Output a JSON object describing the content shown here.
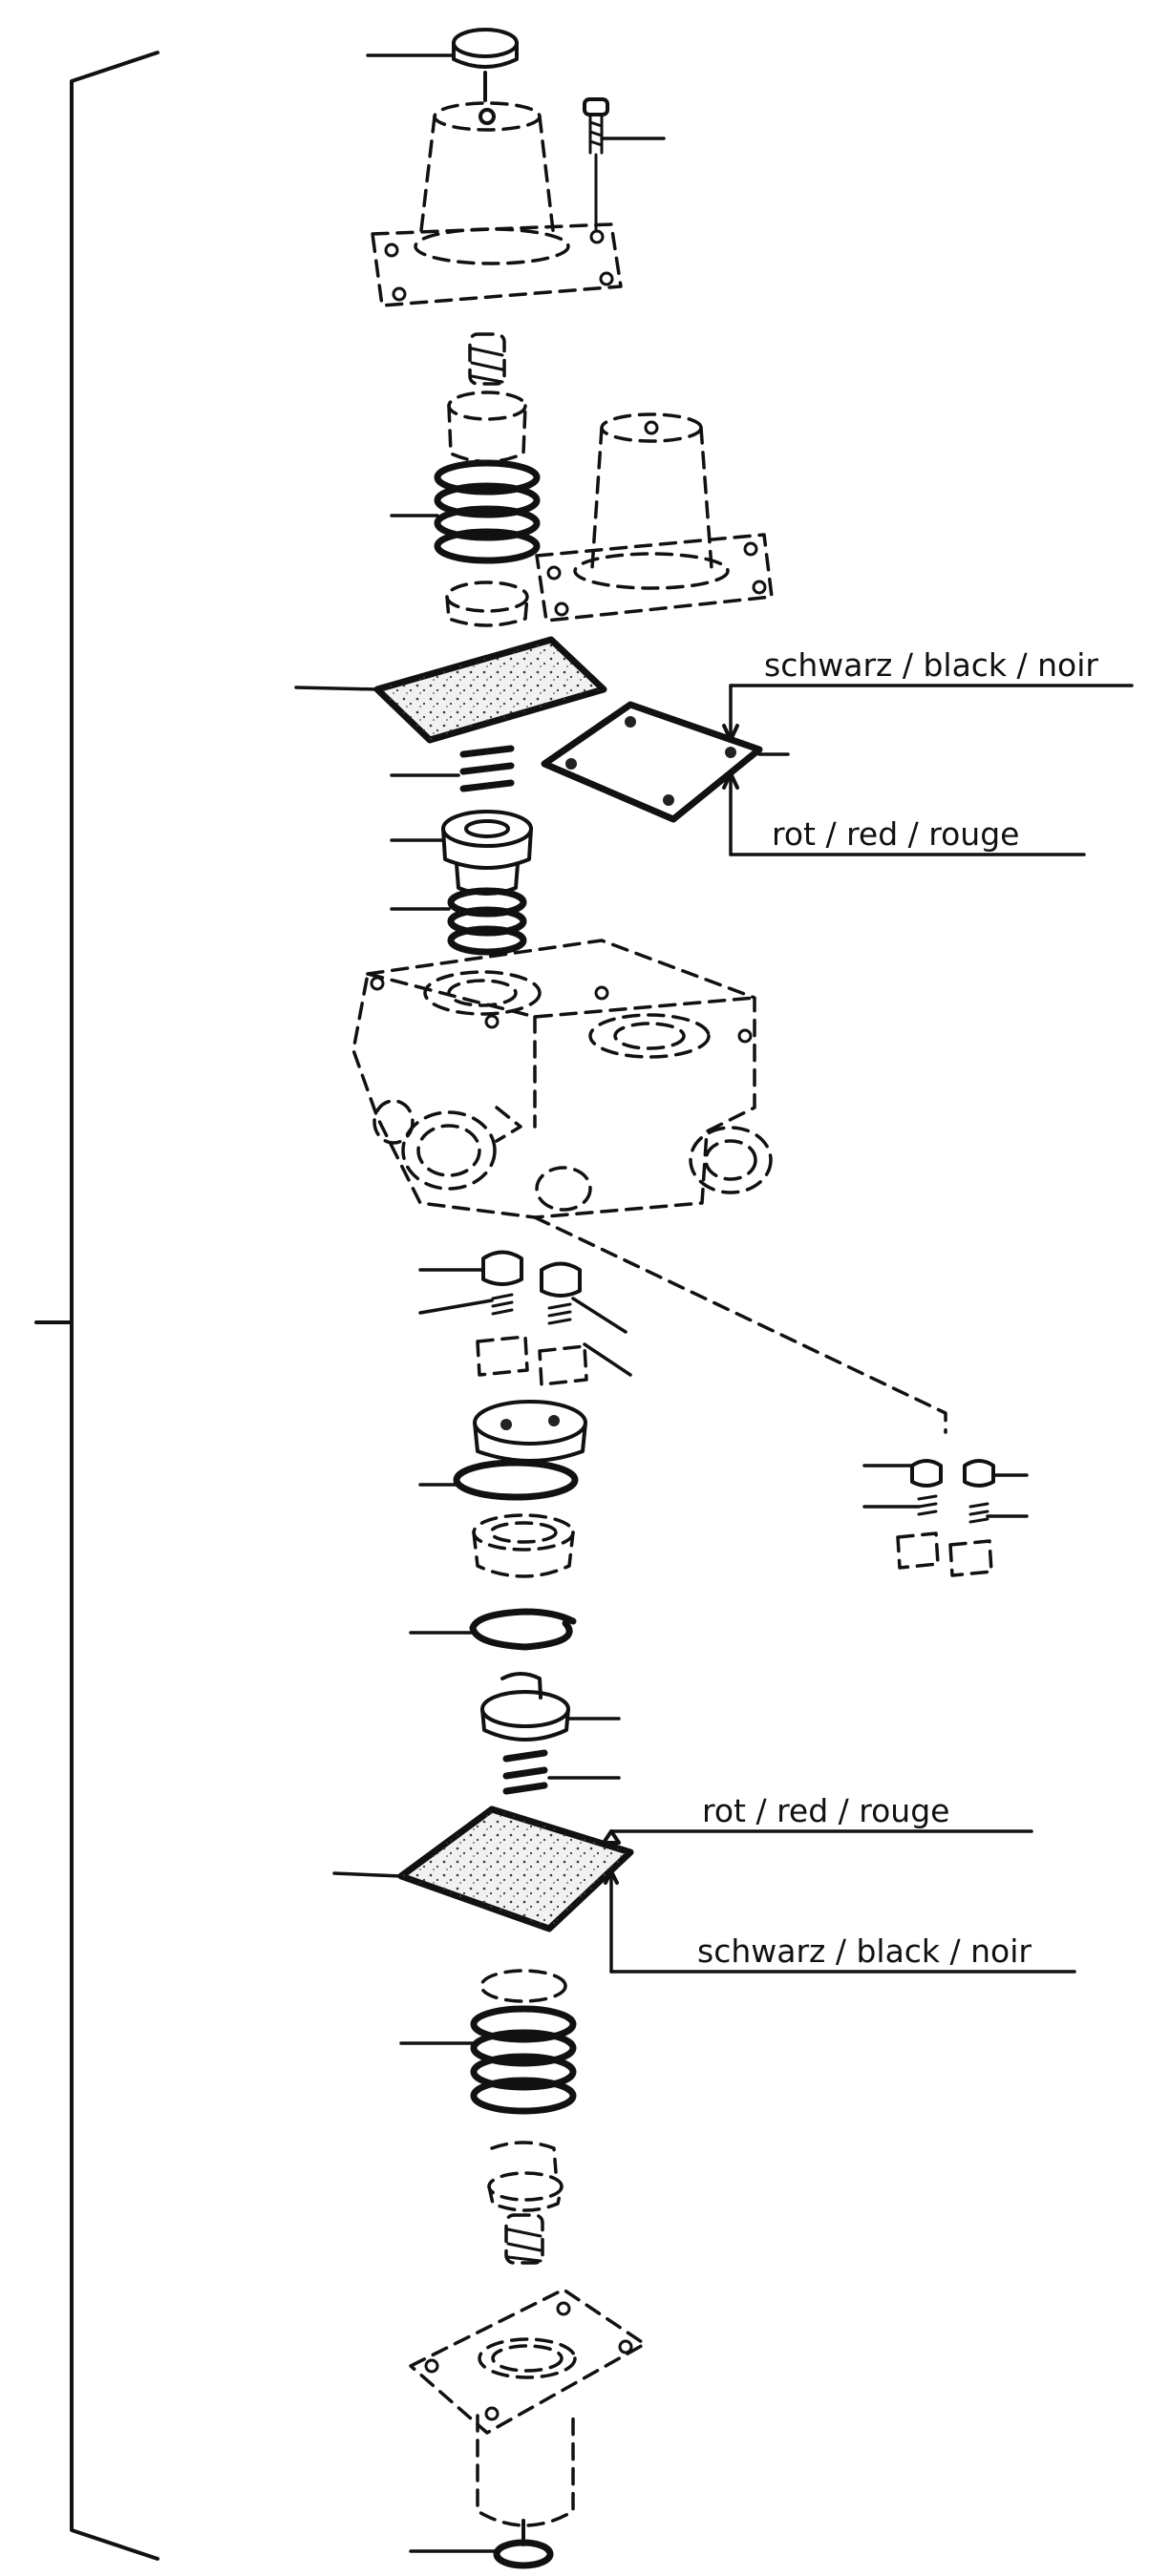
{
  "labels": {
    "upper_black": "schwarz / black / noir",
    "upper_red": "rot / red / rouge",
    "lower_red": "rot / red / rouge",
    "lower_black": "schwarz / black / noir"
  },
  "colors": {
    "line": "#111111",
    "background": "#ffffff",
    "speckle_fill": "#f1f1f1"
  }
}
